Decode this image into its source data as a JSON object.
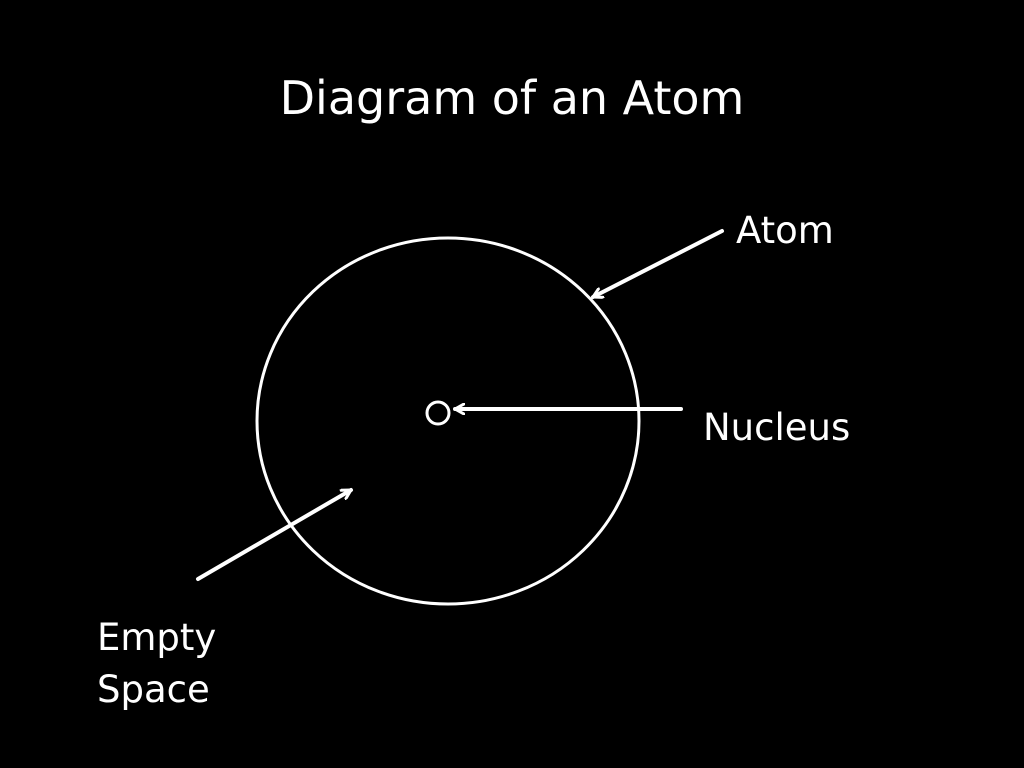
{
  "title": "Diagram of an Atom",
  "labels": {
    "atom": "Atom",
    "nucleus": "Nucleus",
    "empty_space_line1": "Empty",
    "empty_space_line2": "Space"
  },
  "colors": {
    "background": "#000000",
    "foreground": "#ffffff"
  }
}
